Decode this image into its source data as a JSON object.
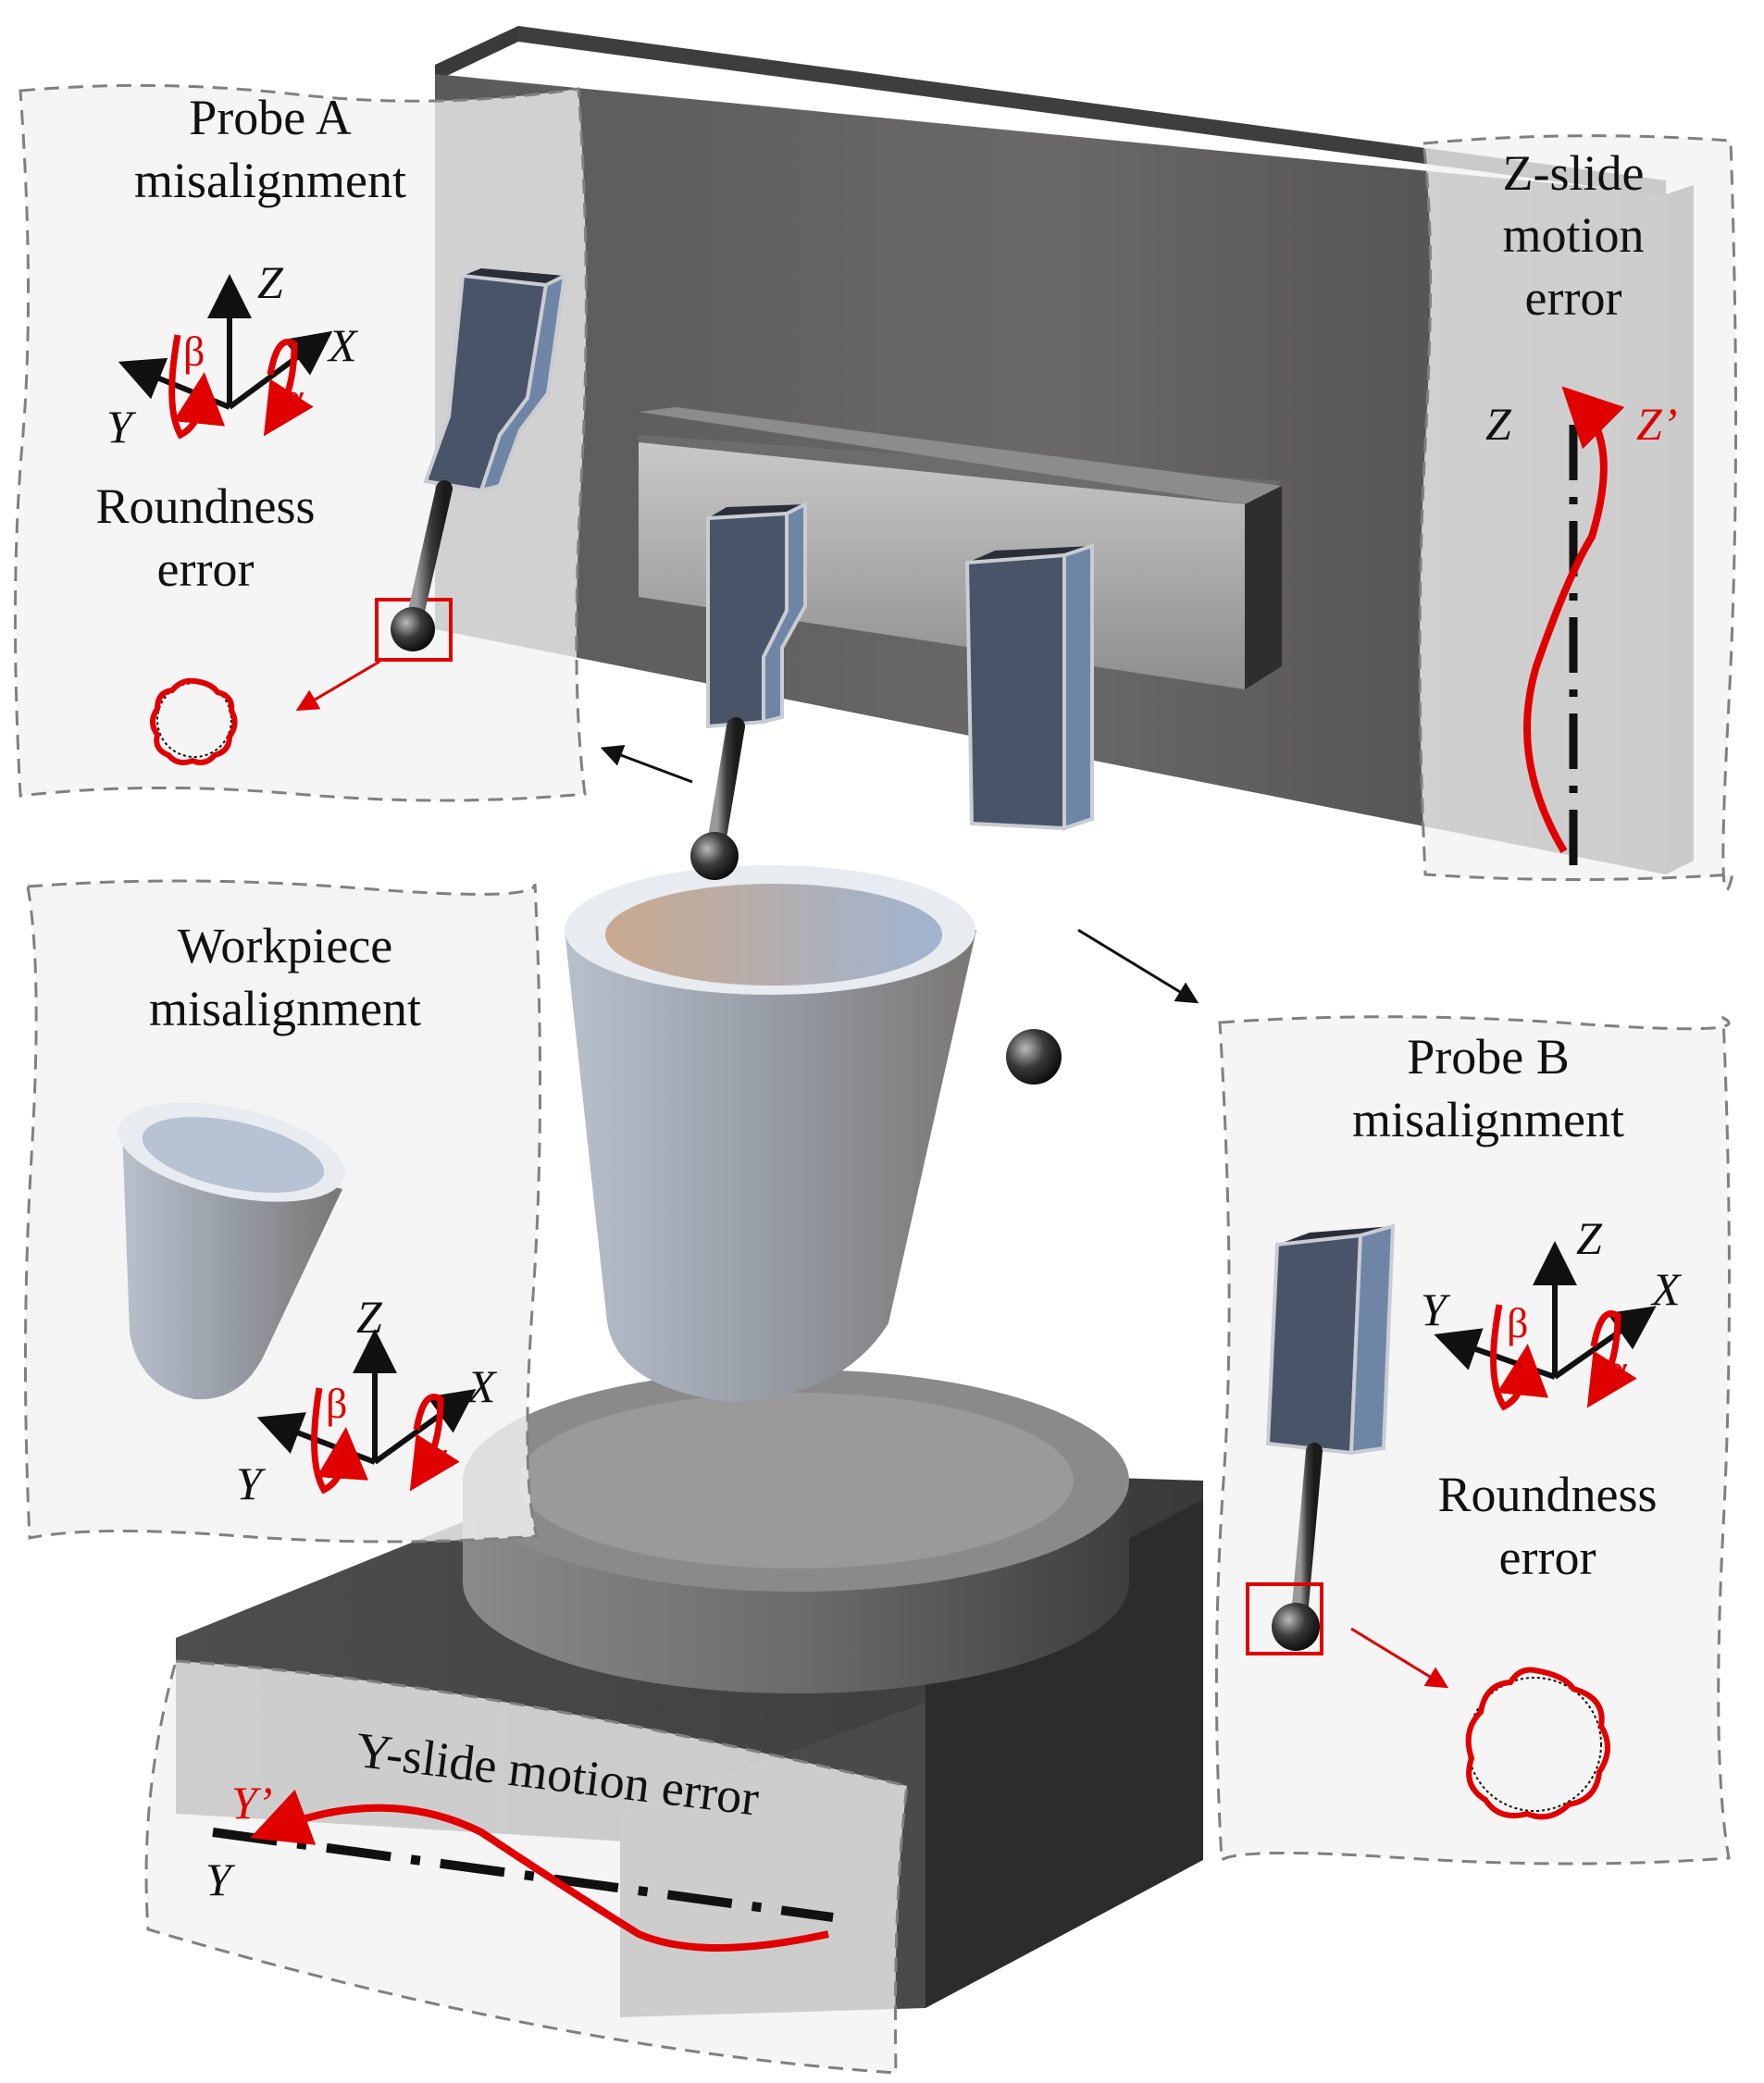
{
  "panels": {
    "probe_a": {
      "title_line1": "Probe A",
      "title_line2": "misalignment",
      "roundness_line1": "Roundness",
      "roundness_line2": "error",
      "axis_z": "Z",
      "axis_x": "X",
      "axis_y": "Y",
      "rot_beta": "β",
      "rot_alpha": "α"
    },
    "z_slide": {
      "title_line1": "Z-slide",
      "title_line2": "motion",
      "title_line3": "error",
      "axis_nominal": "Z",
      "axis_actual": "Z’"
    },
    "workpiece": {
      "title_line1": "Workpiece",
      "title_line2": "misalignment",
      "axis_z": "Z",
      "axis_x": "X",
      "axis_y": "Y",
      "rot_beta": "β",
      "rot_alpha": "α"
    },
    "probe_b": {
      "title_line1": "Probe B",
      "title_line2": "misalignment",
      "roundness_line1": "Roundness",
      "roundness_line2": "error",
      "axis_z": "Z",
      "axis_x": "X",
      "axis_y": "Y",
      "rot_beta": "β",
      "rot_alpha": "α"
    },
    "y_slide": {
      "title": "Y-slide motion error",
      "axis_nominal": "Y",
      "axis_actual": "Y’"
    }
  },
  "colors": {
    "error_red": "#e00000",
    "probe_body": "#4a5468",
    "probe_side": "#6e85a6",
    "machine_dark": "#555555",
    "panel_fill": "#f2f2f2",
    "panel_border": "#808080"
  },
  "icons": [
    "coordinate-axes-icon",
    "rotation-arrow-icon",
    "roundness-profile-icon",
    "stylus-ball-icon"
  ]
}
